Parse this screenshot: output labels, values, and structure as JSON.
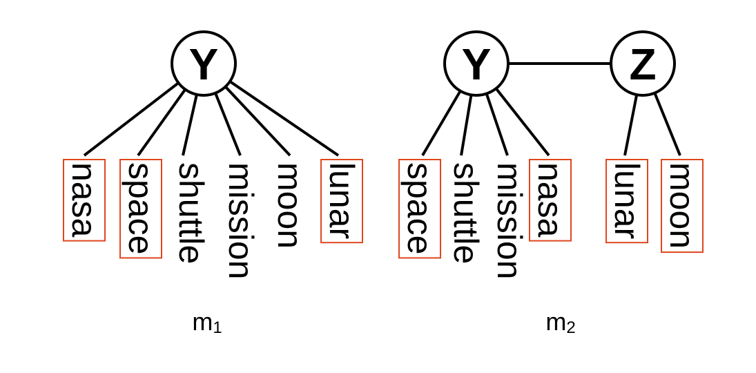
{
  "colors": {
    "highlight_box": "#e0461e",
    "ink": "#000000",
    "background": "#ffffff"
  },
  "models": [
    {
      "label": "m",
      "subscript": "1",
      "nodes": [
        {
          "id": "Y",
          "label": "Y"
        }
      ],
      "node_edges": [],
      "words": [
        {
          "text": "nasa",
          "parent": "Y",
          "boxed": true
        },
        {
          "text": "space",
          "parent": "Y",
          "boxed": true
        },
        {
          "text": "shuttle",
          "parent": "Y",
          "boxed": false
        },
        {
          "text": "mission",
          "parent": "Y",
          "boxed": false
        },
        {
          "text": "moon",
          "parent": "Y",
          "boxed": false
        },
        {
          "text": "lunar",
          "parent": "Y",
          "boxed": true
        }
      ]
    },
    {
      "label": "m",
      "subscript": "2",
      "nodes": [
        {
          "id": "Y",
          "label": "Y"
        },
        {
          "id": "Z",
          "label": "Z"
        }
      ],
      "node_edges": [
        [
          "Y",
          "Z"
        ]
      ],
      "words": [
        {
          "text": "space",
          "parent": "Y",
          "boxed": true
        },
        {
          "text": "shuttle",
          "parent": "Y",
          "boxed": false
        },
        {
          "text": "mission",
          "parent": "Y",
          "boxed": false
        },
        {
          "text": "nasa",
          "parent": "Y",
          "boxed": true
        },
        {
          "text": "lunar",
          "parent": "Z",
          "boxed": true
        },
        {
          "text": "moon",
          "parent": "Z",
          "boxed": true
        }
      ]
    }
  ]
}
